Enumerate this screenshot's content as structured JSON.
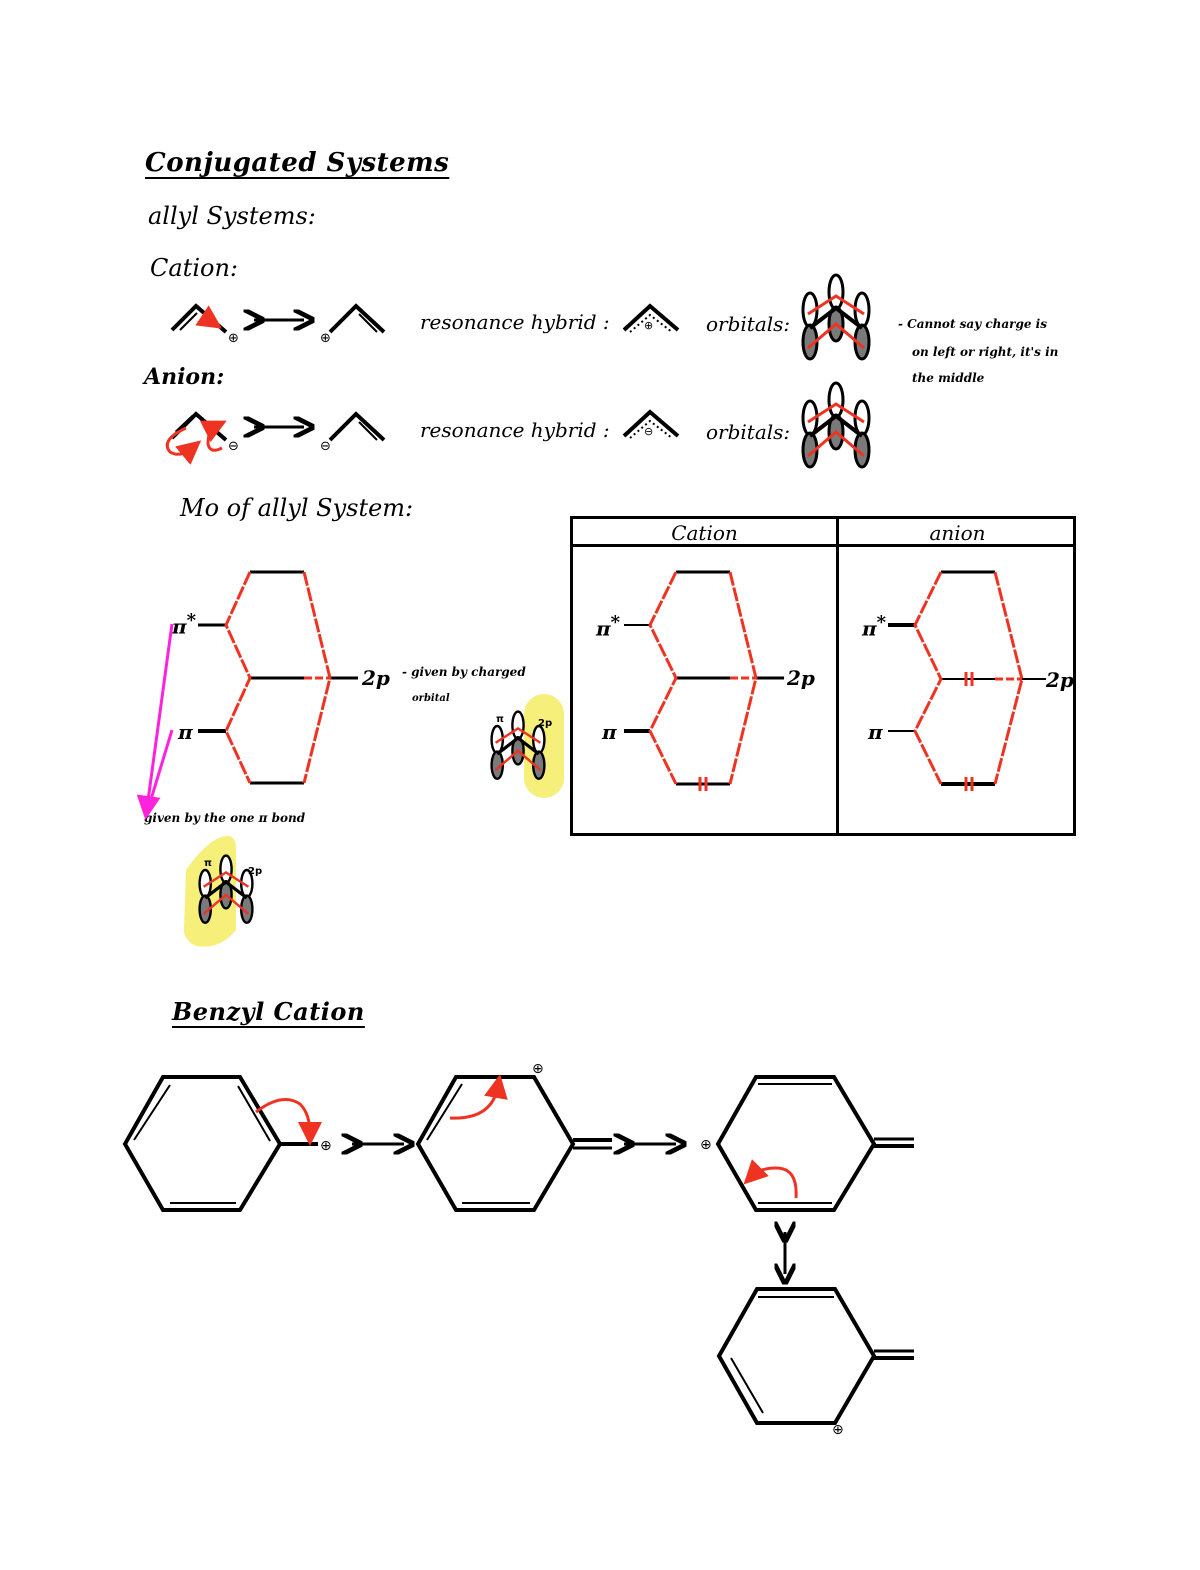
{
  "page": {
    "title": "Conjugated Systems",
    "section_allyl": "allyl Systems:",
    "cation_heading": "Cation:",
    "anion_heading": "Anion:",
    "cation_row": {
      "resonance_label": "resonance hybrid :",
      "orbitals_label": "orbitals:",
      "charge_symbol": "⊕"
    },
    "anion_row": {
      "resonance_label": "resonance hybrid :",
      "orbitals_label": "orbitals:",
      "charge_symbol": "⊖"
    },
    "side_note": [
      "- Cannot say charge is",
      "on left or right, it's in",
      "the middle"
    ],
    "mo_heading": "Mo of allyl System:",
    "mo_diagram": {
      "pi_star_label": "π",
      "pi_star_sup": "*",
      "pi_label": "π",
      "two_p_label": "2p",
      "note_2p": [
        "- given by charged",
        "orbital"
      ],
      "note_pi": "given by the one π bond",
      "orbital_icon_pi_label": "π",
      "orbital_icon_2p_label": "2p"
    },
    "mo_table": {
      "columns": [
        {
          "header": "Cation",
          "pi_star": "π",
          "pi": "π",
          "two_p": "2p",
          "electrons": [
            "π: ↑↓"
          ]
        },
        {
          "header": "anion",
          "pi_star": "π",
          "pi": "π",
          "two_p": "2p",
          "electrons": [
            "π: ↑↓",
            "2p: ↑↓"
          ]
        }
      ]
    },
    "benzyl_heading": "Benzyl Cation",
    "benzyl": {
      "charge_symbol": "⊕",
      "resonance_arrow": "⟷"
    }
  },
  "colors": {
    "ink": "#000000",
    "red_ink": "#ee3322",
    "magenta_ink": "#ff22dd",
    "highlight": "#f6f07a",
    "orbital_gray": "#7a7a7a",
    "orbital_olive": "#7a7440"
  }
}
